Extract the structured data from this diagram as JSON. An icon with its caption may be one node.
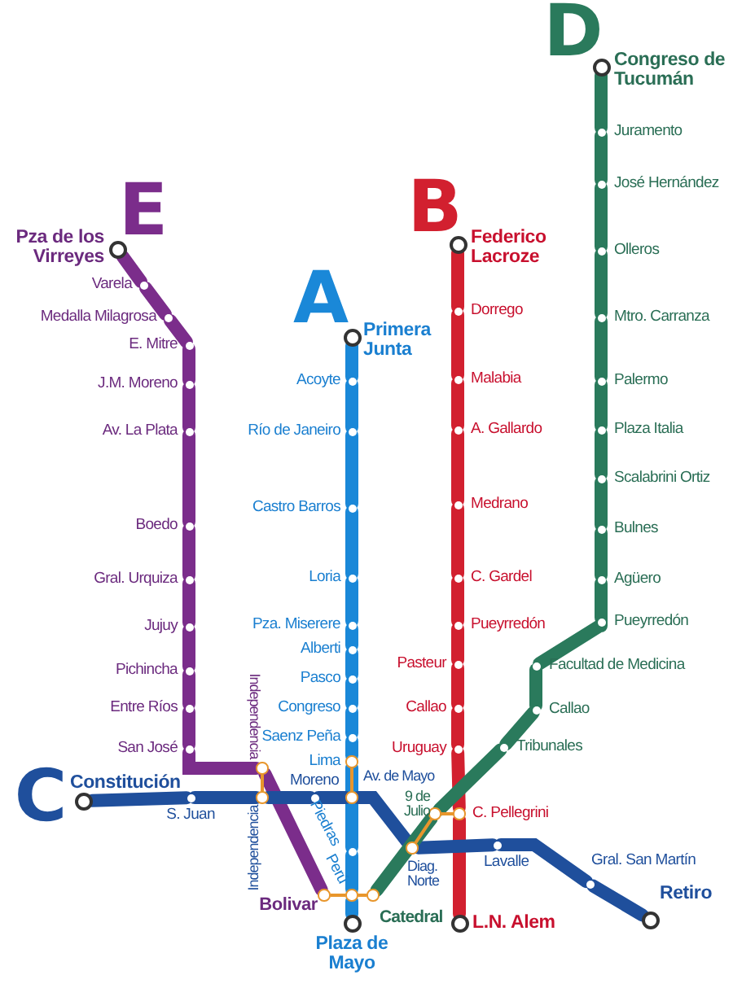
{
  "diagram": {
    "nodes": [
      {
        "text": [],
        "shape": "circle",
        "beside": [
          "Pza de los Virreyes"
        ]
      },
      {
        "text": [],
        "shape": "circle",
        "beside": [
          "Varela"
        ]
      },
      {
        "text": [],
        "shape": "circle",
        "beside": [
          "Medalla Milagrosa"
        ]
      },
      {
        "text": [],
        "shape": "circle",
        "beside": [
          "E. Mitre"
        ]
      },
      {
        "text": [],
        "shape": "circle",
        "beside": [
          "J.M. Moreno"
        ]
      },
      {
        "text": [],
        "shape": "circle",
        "beside": [
          "Av. La Plata"
        ]
      },
      {
        "text": [],
        "shape": "circle",
        "beside": [
          "Boedo"
        ]
      },
      {
        "text": [],
        "shape": "circle",
        "beside": [
          "Gral. Urquiza"
        ]
      },
      {
        "text": [],
        "shape": "circle",
        "beside": [
          "Jujuy"
        ]
      },
      {
        "text": [],
        "shape": "circle",
        "beside": [
          "Pichincha"
        ]
      },
      {
        "text": [],
        "shape": "circle",
        "beside": [
          "Entre Ríos"
        ]
      },
      {
        "text": [],
        "shape": "circle",
        "beside": [
          "San José"
        ]
      },
      {
        "text": [],
        "shape": "circle",
        "beside": [
          "Independencia"
        ]
      },
      {
        "text": [],
        "shape": "circle",
        "beside": [
          "Bolivar"
        ]
      },
      {
        "text": [],
        "shape": "circle",
        "beside": [
          "Primera Junta"
        ]
      },
      {
        "text": [],
        "shape": "circle",
        "beside": [
          "Acoyte"
        ]
      },
      {
        "text": [],
        "shape": "circle",
        "beside": [
          "Río de Janeiro"
        ]
      },
      {
        "text": [],
        "shape": "circle",
        "beside": [
          "Castro Barros"
        ]
      },
      {
        "text": [],
        "shape": "circle",
        "beside": [
          "Loria"
        ]
      },
      {
        "text": [],
        "shape": "circle",
        "beside": [
          "Pza. Miserere"
        ]
      },
      {
        "text": [],
        "shape": "circle",
        "beside": [
          "Alberti"
        ]
      },
      {
        "text": [],
        "shape": "circle",
        "beside": [
          "Pasco"
        ]
      },
      {
        "text": [],
        "shape": "circle",
        "beside": [
          "Congreso"
        ]
      },
      {
        "text": [],
        "shape": "circle",
        "beside": [
          "Saenz Peña"
        ]
      },
      {
        "text": [],
        "shape": "circle",
        "beside": [
          "Lima"
        ]
      },
      {
        "text": [],
        "shape": "circle",
        "beside": [
          "Piedras"
        ]
      },
      {
        "text": [],
        "shape": "circle",
        "beside": [
          "Perú"
        ]
      },
      {
        "text": [],
        "shape": "circle",
        "beside": [
          "Plaza de Mayo"
        ]
      },
      {
        "text": [],
        "shape": "circle",
        "beside": [
          "Federico Lacroze"
        ]
      },
      {
        "text": [],
        "shape": "circle",
        "beside": [
          "Dorrego"
        ]
      },
      {
        "text": [],
        "shape": "circle",
        "beside": [
          "Malabia"
        ]
      },
      {
        "text": [],
        "shape": "circle",
        "beside": [
          "A. Gallardo"
        ]
      },
      {
        "text": [],
        "shape": "circle",
        "beside": [
          "Medrano"
        ]
      },
      {
        "text": [],
        "shape": "circle",
        "beside": [
          "C. Gardel"
        ]
      },
      {
        "text": [],
        "shape": "circle",
        "beside": [
          "Pueyrredón"
        ]
      },
      {
        "text": [],
        "shape": "circle",
        "beside": [
          "Pasteur"
        ]
      },
      {
        "text": [],
        "shape": "circle",
        "beside": [
          "Callao"
        ]
      },
      {
        "text": [],
        "shape": "circle",
        "beside": [
          "Uruguay"
        ]
      },
      {
        "text": [],
        "shape": "circle",
        "beside": [
          "C. Pellegrini"
        ]
      },
      {
        "text": [],
        "shape": "circle",
        "beside": [
          "L.N. Alem"
        ]
      },
      {
        "text": [],
        "shape": "circle",
        "beside": [
          "Constitución"
        ]
      },
      {
        "text": [],
        "shape": "circle",
        "beside": [
          "S. Juan"
        ]
      },
      {
        "text": [],
        "shape": "circle",
        "beside": [
          "Independencia"
        ]
      },
      {
        "text": [],
        "shape": "circle",
        "beside": [
          "Moreno"
        ]
      },
      {
        "text": [],
        "shape": "circle",
        "beside": [
          "Av. de Mayo"
        ]
      },
      {
        "text": [],
        "shape": "circle",
        "beside": [
          "Diag. Norte"
        ]
      },
      {
        "text": [],
        "shape": "circle",
        "beside": [
          "Lavalle"
        ]
      },
      {
        "text": [],
        "shape": "circle",
        "beside": [
          "Gral. San Martín"
        ]
      },
      {
        "text": [],
        "shape": "circle",
        "beside": [
          "Retiro"
        ]
      },
      {
        "text": [],
        "shape": "circle",
        "beside": [
          "Congreso de Tucumán"
        ]
      },
      {
        "text": [],
        "shape": "circle",
        "beside": [
          "Juramento"
        ]
      },
      {
        "text": [],
        "shape": "circle",
        "beside": [
          "José Hernández"
        ]
      },
      {
        "text": [],
        "shape": "circle",
        "beside": [
          "Olleros"
        ]
      },
      {
        "text": [],
        "shape": "circle",
        "beside": [
          "Mtro. Carranza"
        ]
      },
      {
        "text": [],
        "shape": "circle",
        "beside": [
          "Palermo"
        ]
      },
      {
        "text": [],
        "shape": "circle",
        "beside": [
          "Plaza Italia"
        ]
      },
      {
        "text": [],
        "shape": "circle",
        "beside": [
          "Scalabrini Ortiz"
        ]
      },
      {
        "text": [],
        "shape": "circle",
        "beside": [
          "Bulnes"
        ]
      },
      {
        "text": [],
        "shape": "circle",
        "beside": [
          "Agüero"
        ]
      },
      {
        "text": [],
        "shape": "circle",
        "beside": [
          "Pueyrredón"
        ]
      },
      {
        "text": [],
        "shape": "circle",
        "beside": [
          "Facultad de Medicina"
        ]
      },
      {
        "text": [],
        "shape": "circle",
        "beside": [
          "Callao"
        ]
      },
      {
        "text": [],
        "shape": "circle",
        "beside": [
          "Tribunales"
        ]
      },
      {
        "text": [],
        "shape": "circle",
        "beside": [
          "9 de Julio"
        ]
      },
      {
        "text": [],
        "shape": "circle",
        "beside": [
          "Catedral"
        ]
      }
    ],
    "edges": [
      {
        "from": 0,
        "to": 1,
        "arrow": "none",
        "color": "#7b2d8b"
      },
      {
        "from": 1,
        "to": 2,
        "arrow": "none",
        "color": "#7b2d8b"
      },
      {
        "from": 2,
        "to": 3,
        "arrow": "none",
        "color": "#7b2d8b"
      },
      {
        "from": 3,
        "to": 4,
        "arrow": "none",
        "color": "#7b2d8b"
      },
      {
        "from": 4,
        "to": 5,
        "arrow": "none",
        "color": "#7b2d8b"
      },
      {
        "from": 5,
        "to": 6,
        "arrow": "none",
        "color": "#7b2d8b"
      },
      {
        "from": 6,
        "to": 7,
        "arrow": "none",
        "color": "#7b2d8b"
      },
      {
        "from": 7,
        "to": 8,
        "arrow": "none",
        "color": "#7b2d8b"
      },
      {
        "from": 8,
        "to": 9,
        "arrow": "none",
        "color": "#7b2d8b"
      },
      {
        "from": 9,
        "to": 10,
        "arrow": "none",
        "color": "#7b2d8b"
      },
      {
        "from": 10,
        "to": 11,
        "arrow": "none",
        "color": "#7b2d8b"
      },
      {
        "from": 11,
        "to": 12,
        "arrow": "none",
        "color": "#7b2d8b"
      },
      {
        "from": 12,
        "to": 13,
        "arrow": "none",
        "color": "#7b2d8b"
      },
      {
        "from": 14,
        "to": 15,
        "arrow": "none",
        "color": "#1a88d8"
      },
      {
        "from": 15,
        "to": 16,
        "arrow": "none",
        "color": "#1a88d8"
      },
      {
        "from": 16,
        "to": 17,
        "arrow": "none",
        "color": "#1a88d8"
      },
      {
        "from": 17,
        "to": 18,
        "arrow": "none",
        "color": "#1a88d8"
      },
      {
        "from": 18,
        "to": 19,
        "arrow": "none",
        "color": "#1a88d8"
      },
      {
        "from": 19,
        "to": 20,
        "arrow": "none",
        "color": "#1a88d8"
      },
      {
        "from": 20,
        "to": 21,
        "arrow": "none",
        "color": "#1a88d8"
      },
      {
        "from": 21,
        "to": 22,
        "arrow": "none",
        "color": "#1a88d8"
      },
      {
        "from": 22,
        "to": 23,
        "arrow": "none",
        "color": "#1a88d8"
      },
      {
        "from": 23,
        "to": 24,
        "arrow": "none",
        "color": "#1a88d8"
      },
      {
        "from": 24,
        "to": 25,
        "arrow": "none",
        "color": "#1a88d8"
      },
      {
        "from": 25,
        "to": 26,
        "arrow": "none",
        "color": "#1a88d8"
      },
      {
        "from": 26,
        "to": 27,
        "arrow": "none",
        "color": "#1a88d8"
      },
      {
        "from": 28,
        "to": 29,
        "arrow": "none",
        "color": "#d2202f"
      },
      {
        "from": 29,
        "to": 30,
        "arrow": "none",
        "color": "#d2202f"
      },
      {
        "from": 30,
        "to": 31,
        "arrow": "none",
        "color": "#d2202f"
      },
      {
        "from": 31,
        "to": 32,
        "arrow": "none",
        "color": "#d2202f"
      },
      {
        "from": 32,
        "to": 33,
        "arrow": "none",
        "color": "#d2202f"
      },
      {
        "from": 33,
        "to": 34,
        "arrow": "none",
        "color": "#d2202f"
      },
      {
        "from": 34,
        "to": 35,
        "arrow": "none",
        "color": "#d2202f"
      },
      {
        "from": 35,
        "to": 36,
        "arrow": "none",
        "color": "#d2202f"
      },
      {
        "from": 36,
        "to": 37,
        "arrow": "none",
        "color": "#d2202f"
      },
      {
        "from": 37,
        "to": 38,
        "arrow": "none",
        "color": "#d2202f"
      },
      {
        "from": 38,
        "to": 39,
        "arrow": "none",
        "color": "#d2202f"
      },
      {
        "from": 40,
        "to": 41,
        "arrow": "none",
        "color": "#1f4f9c"
      },
      {
        "from": 41,
        "to": 42,
        "arrow": "none",
        "color": "#1f4f9c"
      },
      {
        "from": 42,
        "to": 43,
        "arrow": "none",
        "color": "#1f4f9c"
      },
      {
        "from": 43,
        "to": 44,
        "arrow": "none",
        "color": "#1f4f9c"
      },
      {
        "from": 44,
        "to": 45,
        "arrow": "none",
        "color": "#1f4f9c"
      },
      {
        "from": 45,
        "to": 46,
        "arrow": "none",
        "color": "#1f4f9c"
      },
      {
        "from": 46,
        "to": 47,
        "arrow": "none",
        "color": "#1f4f9c"
      },
      {
        "from": 47,
        "to": 48,
        "arrow": "none",
        "color": "#1f4f9c"
      },
      {
        "from": 49,
        "to": 50,
        "arrow": "none",
        "color": "#2a7a5c"
      },
      {
        "from": 50,
        "to": 51,
        "arrow": "none",
        "color": "#2a7a5c"
      },
      {
        "from": 51,
        "to": 52,
        "arrow": "none",
        "color": "#2a7a5c"
      },
      {
        "from": 52,
        "to": 53,
        "arrow": "none",
        "color": "#2a7a5c"
      },
      {
        "from": 53,
        "to": 54,
        "arrow": "none",
        "color": "#2a7a5c"
      },
      {
        "from": 54,
        "to": 55,
        "arrow": "none",
        "color": "#2a7a5c"
      },
      {
        "from": 55,
        "to": 56,
        "arrow": "none",
        "color": "#2a7a5c"
      },
      {
        "from": 56,
        "to": 57,
        "arrow": "none",
        "color": "#2a7a5c"
      },
      {
        "from": 57,
        "to": 58,
        "arrow": "none",
        "color": "#2a7a5c"
      },
      {
        "from": 58,
        "to": 59,
        "arrow": "none",
        "color": "#2a7a5c"
      },
      {
        "from": 59,
        "to": 60,
        "arrow": "none",
        "color": "#2a7a5c"
      },
      {
        "from": 60,
        "to": 61,
        "arrow": "none",
        "color": "#2a7a5c"
      },
      {
        "from": 61,
        "to": 62,
        "arrow": "none",
        "color": "#2a7a5c"
      },
      {
        "from": 62,
        "to": 63,
        "arrow": "none",
        "color": "#2a7a5c"
      },
      {
        "from": 63,
        "to": 64,
        "arrow": "none",
        "color": "#2a7a5c"
      },
      {
        "from": 12,
        "to": 42,
        "arrow": "none",
        "color": "#e8962c"
      },
      {
        "from": 24,
        "to": 44,
        "arrow": "none",
        "color": "#e8962c"
      },
      {
        "from": 45,
        "to": 63,
        "arrow": "none",
        "color": "#e8962c"
      },
      {
        "from": 63,
        "to": 38,
        "arrow": "none",
        "color": "#e8962c"
      },
      {
        "from": 13,
        "to": 26,
        "arrow": "none",
        "color": "#e8962c"
      },
      {
        "from": 26,
        "to": 64,
        "arrow": "none",
        "color": "#e8962c"
      }
    ],
    "labels": [
      "D",
      "E",
      "B",
      "A",
      "C"
    ]
  }
}
